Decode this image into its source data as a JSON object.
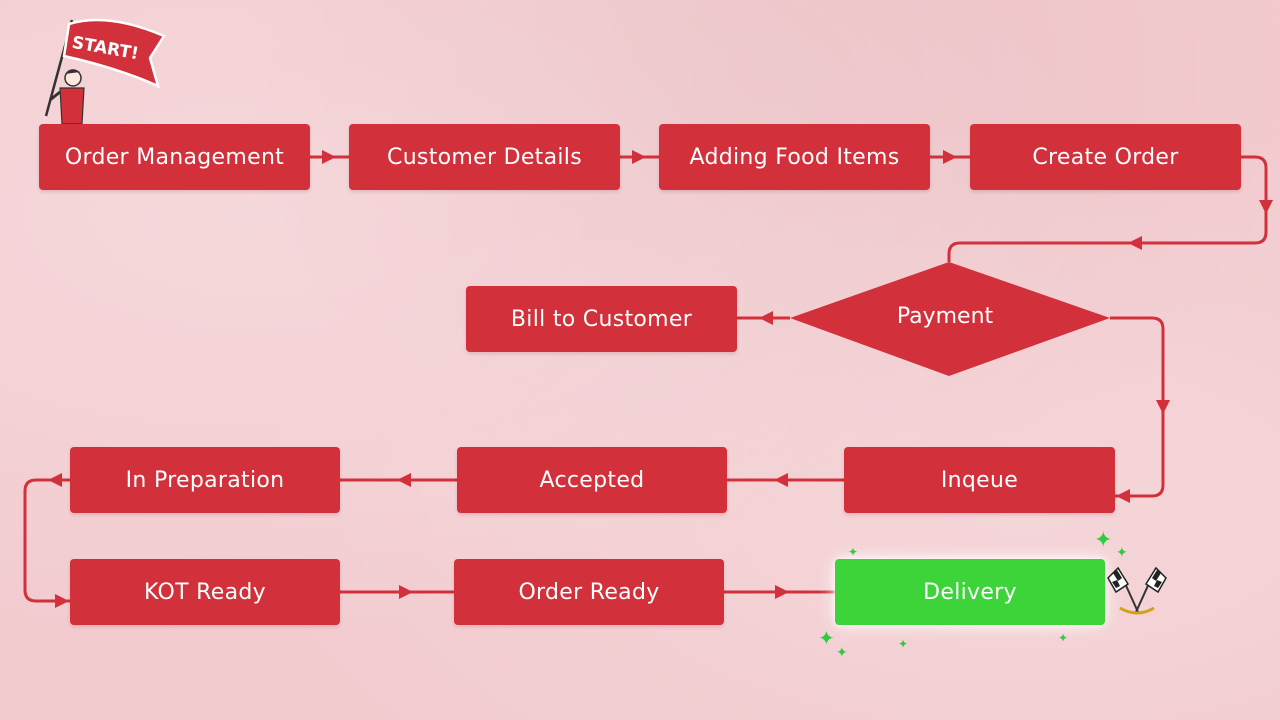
{
  "flowchart": {
    "start_badge": "START!",
    "steps": {
      "order_management": "Order Management",
      "customer_details": "Customer Details",
      "adding_food_items": "Adding Food Items",
      "create_order": "Create Order",
      "payment": "Payment",
      "bill_to_customer": "Bill to Customer",
      "inqeue": "Inqeue",
      "accepted": "Accepted",
      "in_preparation": "In Preparation",
      "kot_ready": "KOT Ready",
      "order_ready": "Order Ready",
      "delivery": "Delivery"
    }
  },
  "colors": {
    "background": "#f2cbcf",
    "node": "#d2303a",
    "final_node": "#3dd43a",
    "connector": "#d2303a"
  },
  "icons": [
    "start-flag-icon",
    "checkered-flags-icon",
    "sparkle-icon"
  ]
}
